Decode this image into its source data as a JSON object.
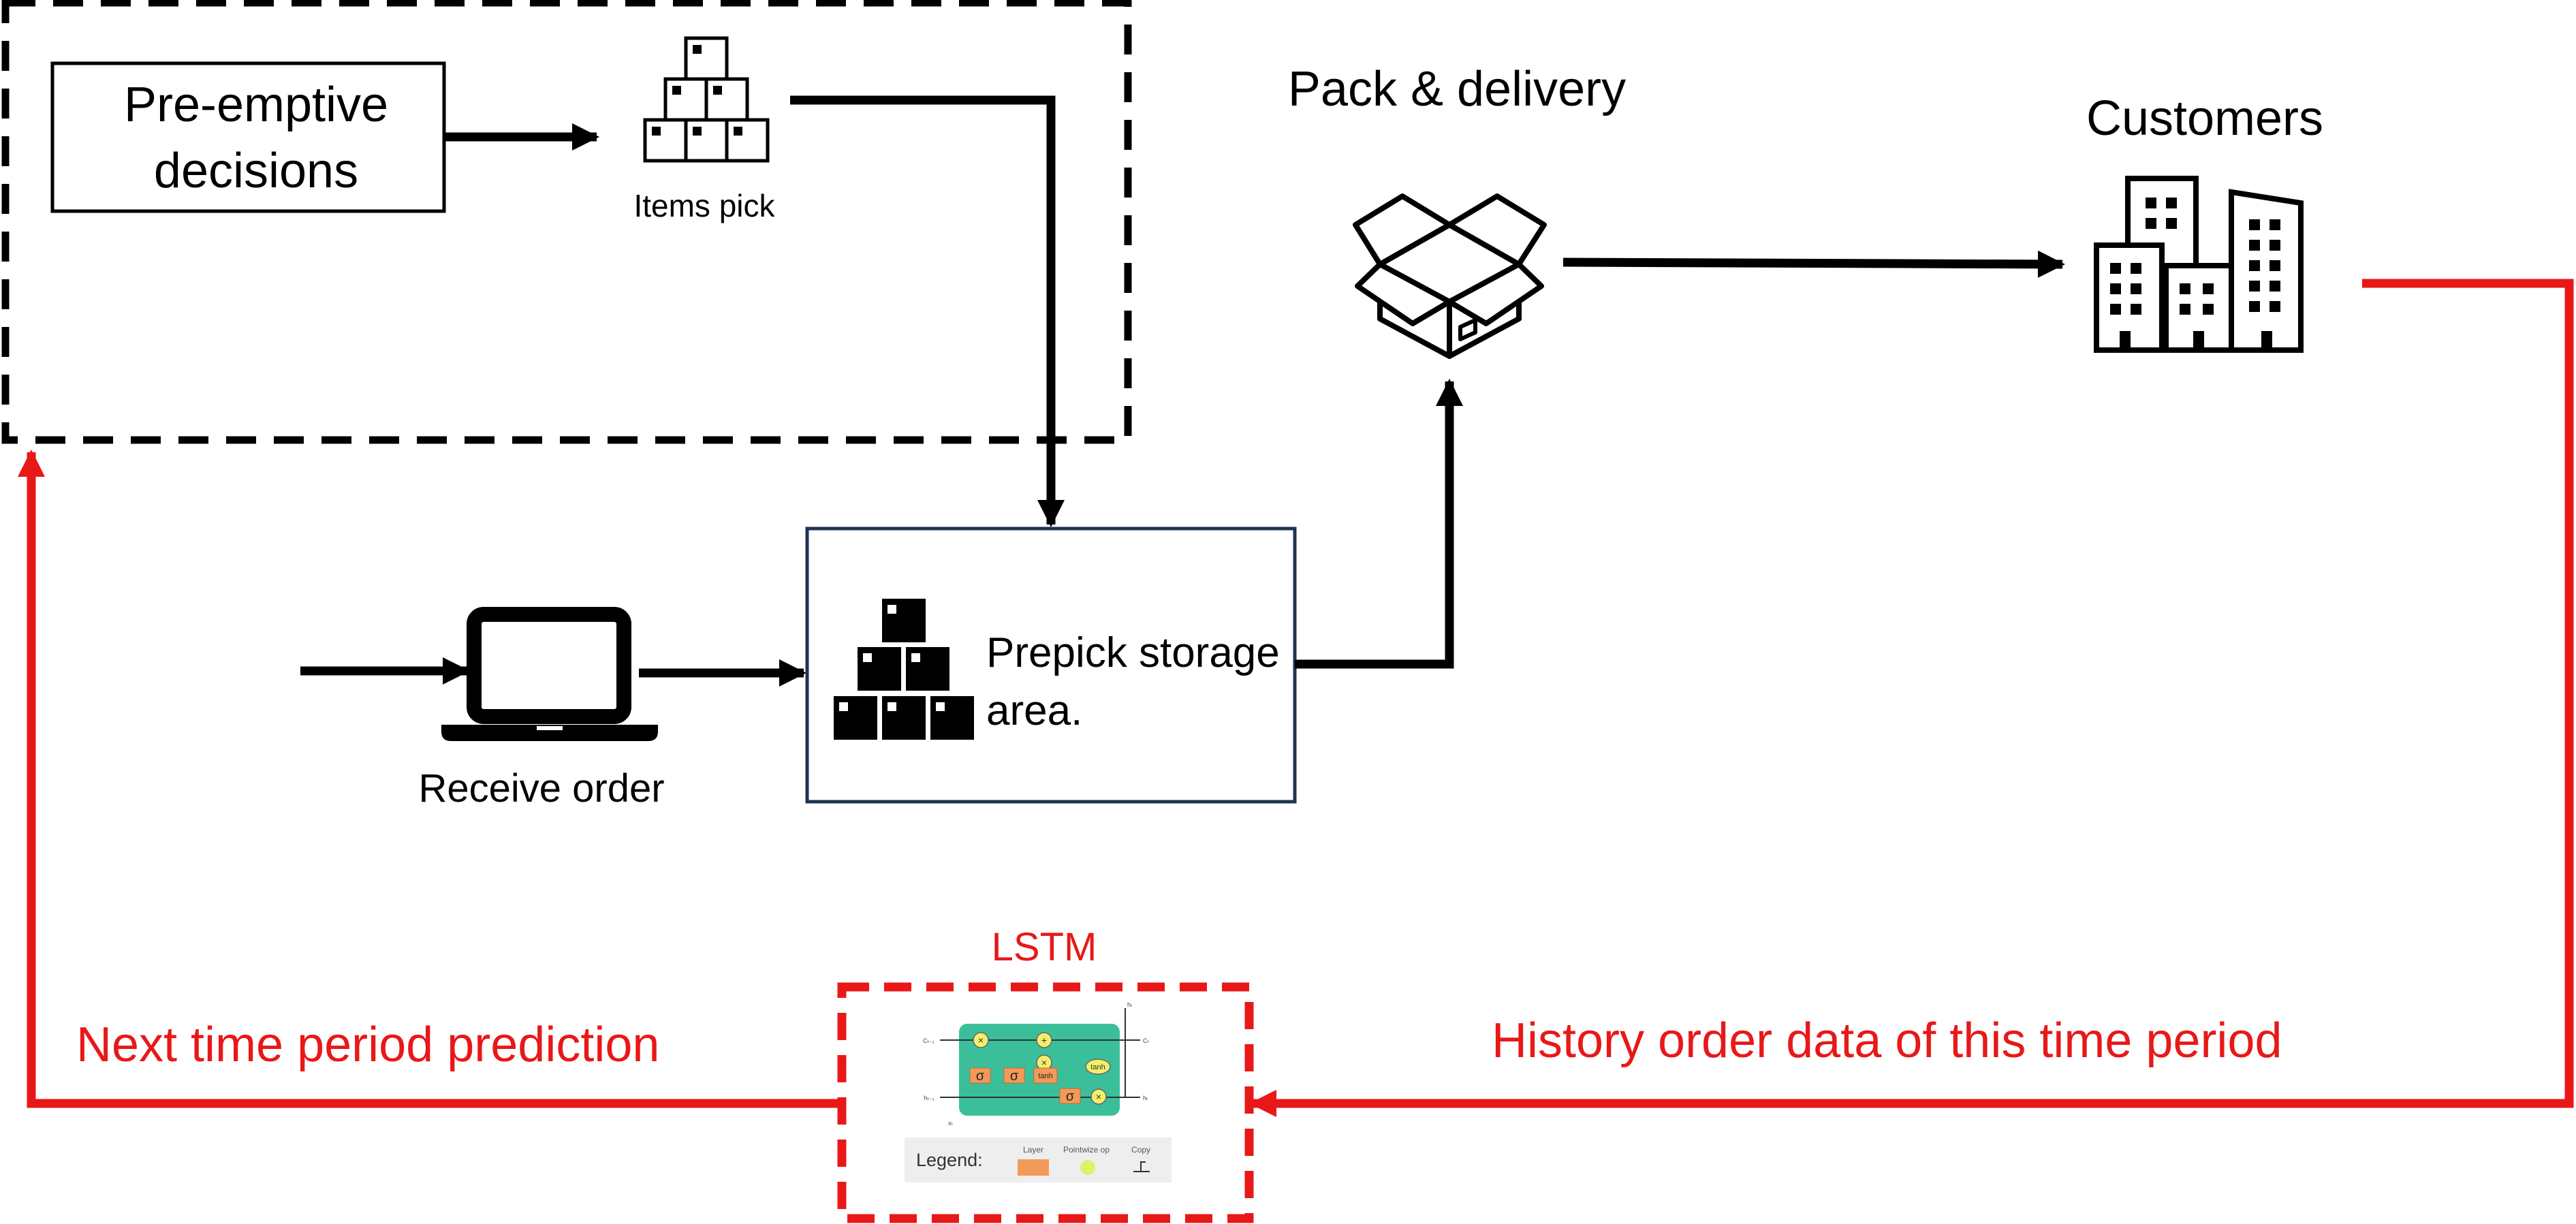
{
  "colors": {
    "black": "#000000",
    "red": "#e81818",
    "navy_border": "#1f3352",
    "lstm_teal": "#3bbf9b",
    "lstm_orange": "#f29a5a",
    "lstm_yellow": "#f2ef6a",
    "legend_bg": "#eeeeee"
  },
  "nodes": {
    "preemptive": {
      "line1": "Pre-emptive",
      "line2": "decisions"
    },
    "items_pick": {
      "label": "Items pick",
      "icon": "stacked-boxes-icon"
    },
    "pack_delivery": {
      "label": "Pack & delivery",
      "icon": "open-box-icon"
    },
    "customers": {
      "label": "Customers",
      "icon": "buildings-icon"
    },
    "receive_order": {
      "label": "Receive order",
      "icon": "laptop-icon"
    },
    "prepick": {
      "line1": "Prepick storage",
      "line2": "area.",
      "icon": "box-pyramid-icon"
    },
    "lstm": {
      "title": "LSTM",
      "legend_label": "Legend:",
      "legend_layer": "Layer",
      "legend_pointwise": "Pointwize op",
      "legend_copy": "Copy",
      "sigma": "σ",
      "tanh": "tanh",
      "times": "×",
      "plus": "+",
      "c_in": "Cₜ₋₁",
      "c_out": "Cₜ",
      "h_in": "hₜ₋₁",
      "h_out": "hₜ",
      "x_in": "xₜ"
    }
  },
  "edges": {
    "feedback_left": "Next time period prediction",
    "feedback_right": "History order data of this time period"
  }
}
